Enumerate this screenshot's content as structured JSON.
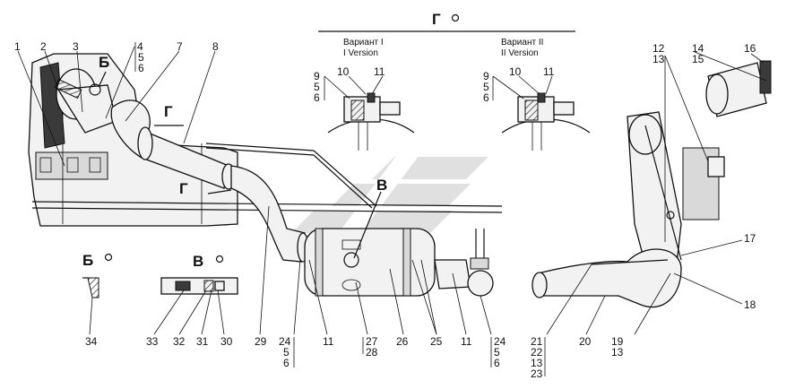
{
  "view_g": {
    "tag": "Г",
    "variant1_ru": "Вариант I",
    "variant1_en": "I Version",
    "variant2_ru": "Вариант II",
    "variant2_en": "II Version"
  },
  "views": {
    "b_tag_main": "Б",
    "g_tag_upper": "Г",
    "g_tag_lower": "Г",
    "v_tag_main": "В",
    "b_tag_detail": "Б",
    "v_tag_detail": "В"
  },
  "callouts": {
    "n1": "1",
    "n2": "2",
    "n3": "3",
    "n4": "4",
    "n5a": "5",
    "n6a": "6",
    "n7": "7",
    "n8": "8",
    "g1_9": "9",
    "g1_5": "5",
    "g1_6": "6",
    "g1_10": "10",
    "g1_11": "11",
    "g2_9": "9",
    "g2_5": "5",
    "g2_6": "6",
    "g2_10": "10",
    "g2_11": "11",
    "n12": "12",
    "n13a": "13",
    "n14": "14",
    "n15": "15",
    "n16": "16",
    "n17": "17",
    "n18": "18",
    "n34": "34",
    "n33": "33",
    "n32": "32",
    "n31": "31",
    "n30": "30",
    "n29": "29",
    "n24a": "24",
    "n5b": "5",
    "n6b": "6",
    "n11a": "11",
    "n27": "27",
    "n28": "28",
    "n26": "26",
    "n25": "25",
    "n11b": "11",
    "n24b": "24",
    "n5c": "5",
    "n6c": "6",
    "n21": "21",
    "n22": "22",
    "n13b": "13",
    "n23": "23",
    "n20": "20",
    "n19": "19",
    "n13c": "13"
  },
  "watermark": {
    "color": "#c8c8c8"
  }
}
